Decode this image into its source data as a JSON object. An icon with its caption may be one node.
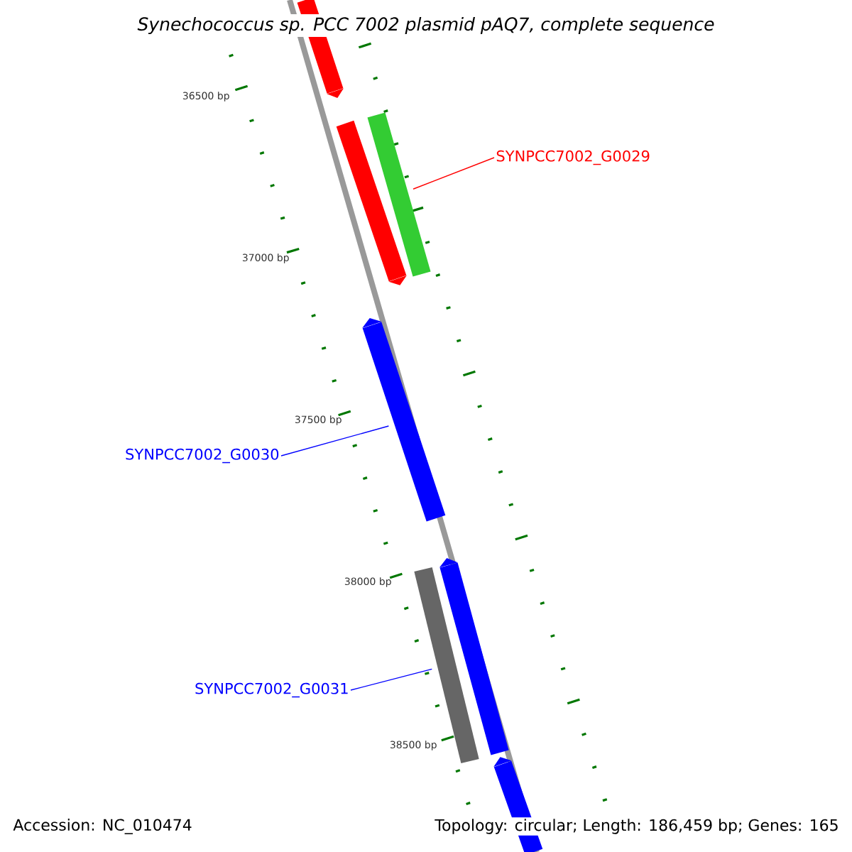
{
  "diagram": {
    "title": "Synechococcus sp. PCC 7002 plasmid pAQ7, complete sequence",
    "nodes": [
      {
        "text": [],
        "shape": "bar"
      },
      {
        "text": [],
        "shape": "bar"
      },
      {
        "text": [],
        "shape": "bar"
      },
      {
        "text": [
          "SYNPCC7002_G0029"
        ]
      },
      {
        "text": [],
        "shape": "bar"
      },
      {
        "text": [
          "SYNPCC7002_G0030"
        ]
      },
      {
        "text": [],
        "shape": "bar"
      },
      {
        "text": [],
        "shape": "bar"
      },
      {
        "text": [
          "SYNPCC7002_G0031"
        ]
      },
      {
        "text": [],
        "shape": "bar"
      }
    ],
    "edges": [
      {
        "from": 3,
        "to": 2,
        "arrow": "none",
        "color": "#ff0000"
      },
      {
        "from": 5,
        "to": 4,
        "arrow": "none"
      },
      {
        "from": 8,
        "to": 6,
        "arrow": "none"
      }
    ],
    "labels": [
      "36500 bp",
      "37000 bp",
      "37500 bp",
      "38000 bp",
      "38500 bp",
      "Accession: NC_010474",
      "Topology: circular; Length: 186,459 bp; Genes: 165"
    ]
  }
}
